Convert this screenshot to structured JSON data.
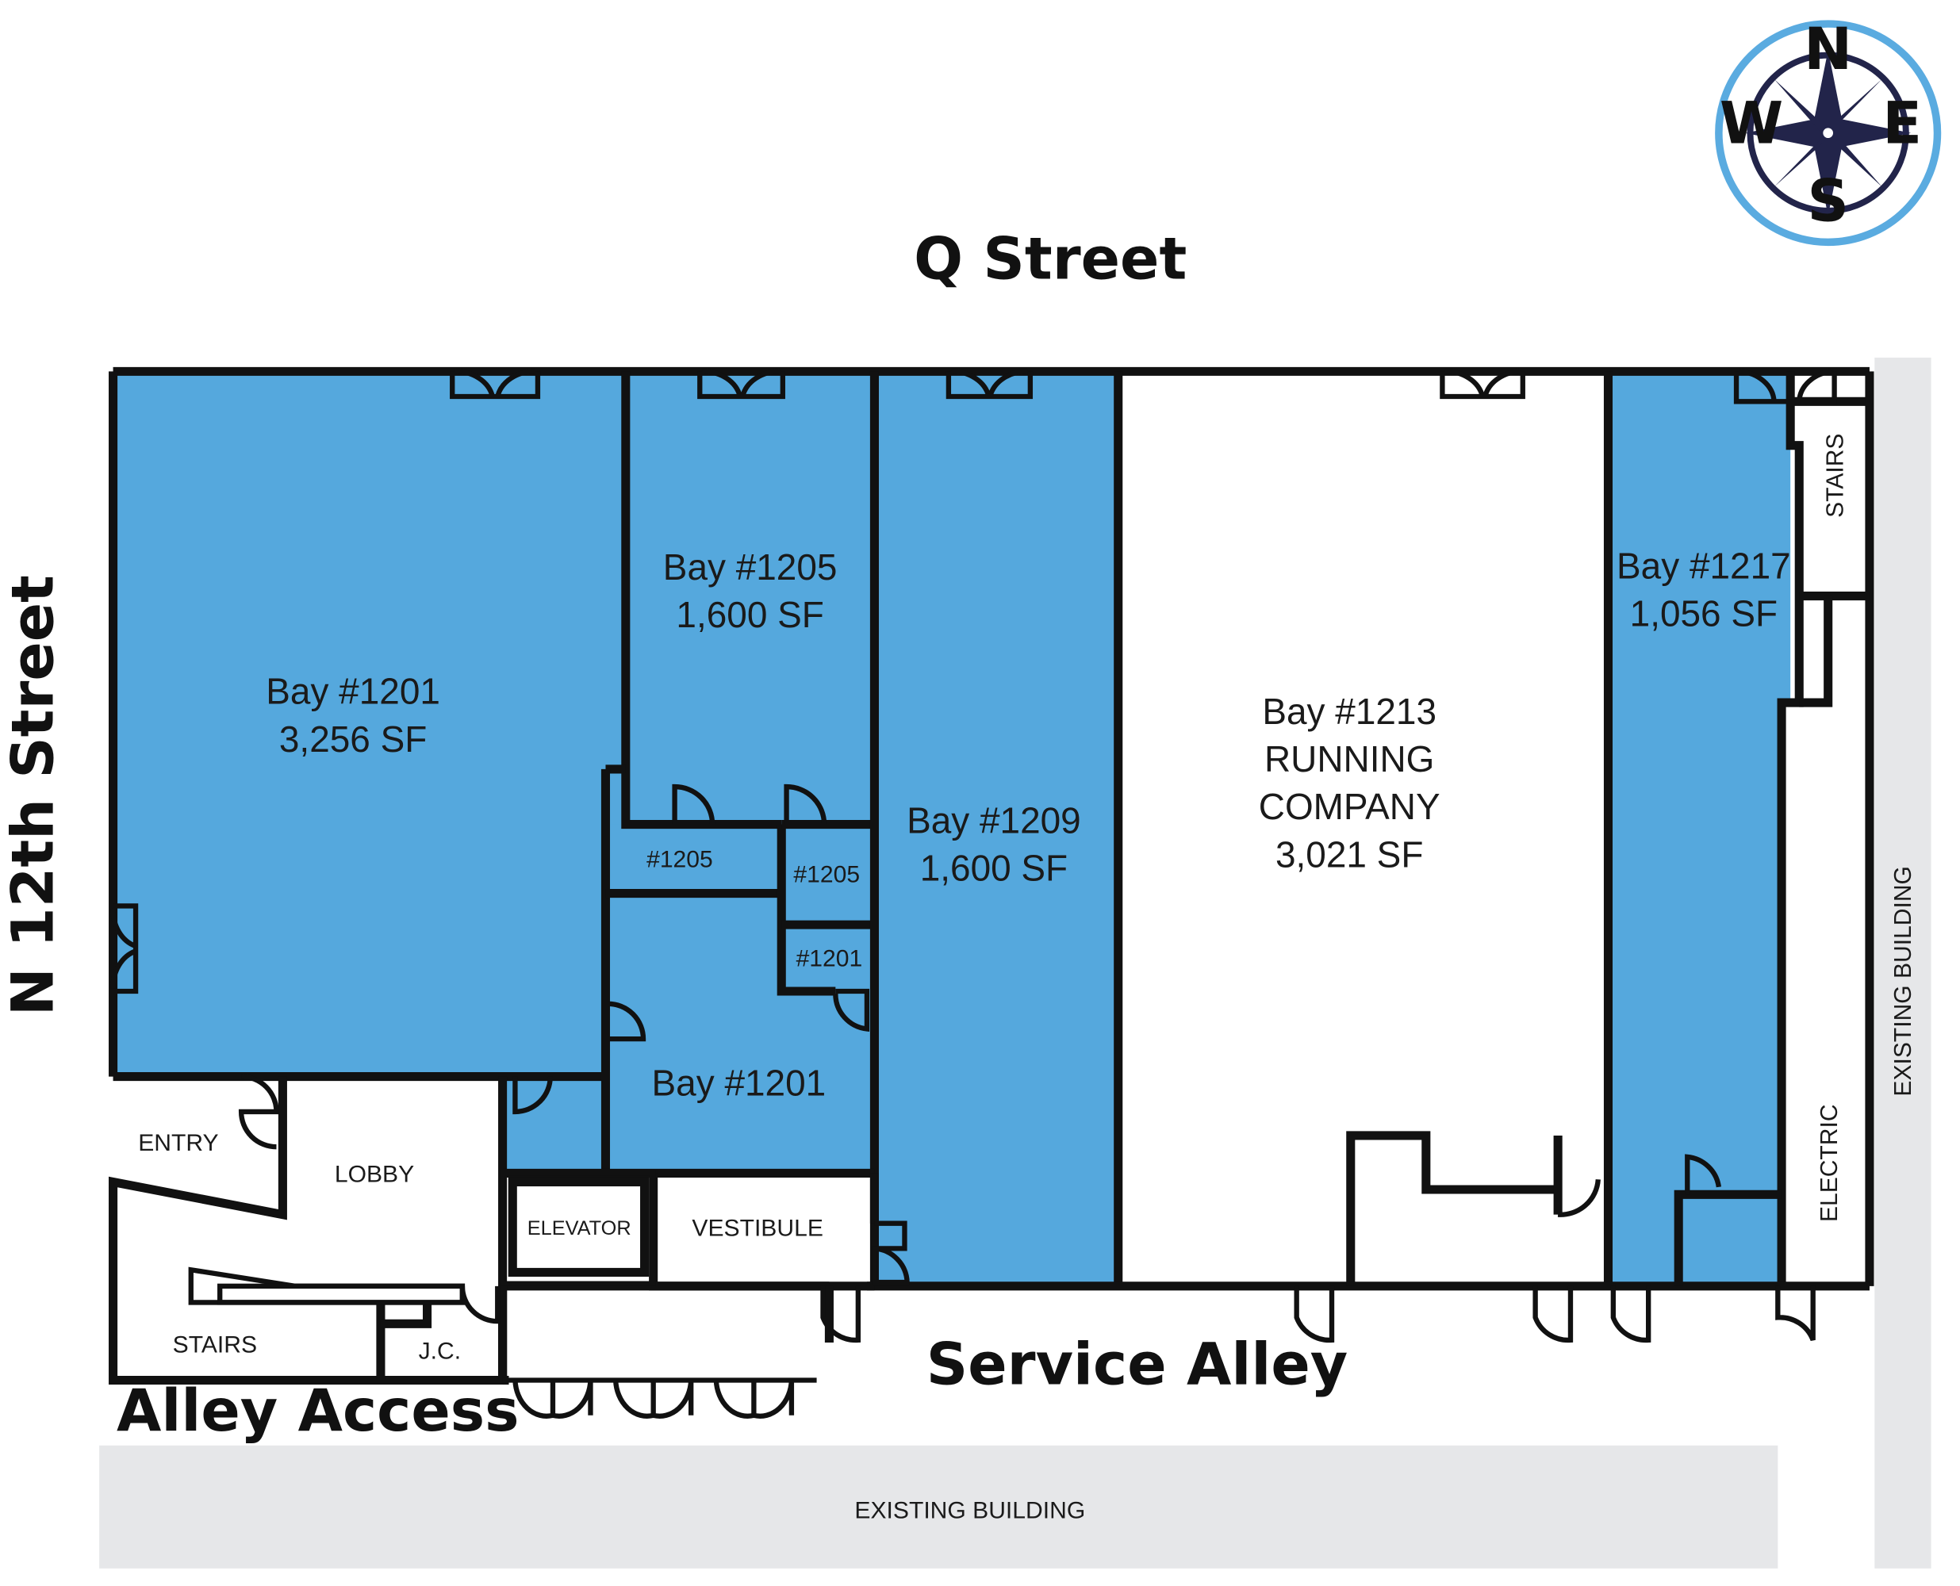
{
  "streets": {
    "north": "Q Street",
    "west": "N 12th Street",
    "south_alley": "Service Alley",
    "alley_access": "Alley Access"
  },
  "compass": {
    "n": "N",
    "e": "E",
    "s": "S",
    "w": "W",
    "ring_color": "#5aabe0",
    "star_color": "#22244a"
  },
  "colors": {
    "available": "#55a8dd",
    "leased": "#ffffff",
    "existing_building": "#e6e7e9",
    "walls": "#111111"
  },
  "bays": {
    "b1201": {
      "name": "Bay #1201",
      "size": "3,256 SF"
    },
    "b1205": {
      "name": "Bay #1205",
      "size": "1,600 SF"
    },
    "b1209": {
      "name": "Bay #1209",
      "size": "1,600 SF"
    },
    "b1213": {
      "name": "Bay #1213",
      "tenant_line1": "RUNNING",
      "tenant_line2": "COMPANY",
      "size": "3,021 SF"
    },
    "b1217": {
      "name": "Bay #1217",
      "size": "1,056 SF"
    },
    "b1201_lower": {
      "name": "Bay #1201"
    }
  },
  "rooms": {
    "r1205a": "#1205",
    "r1205b": "#1205",
    "r1201": "#1201",
    "entry": "ENTRY",
    "lobby": "LOBBY",
    "elevator": "ELEVATOR",
    "vestibule": "VESTIBULE",
    "stairs_left": "STAIRS",
    "jc": "J.C.",
    "stairs_right": "STAIRS",
    "electric": "ELECTRIC"
  },
  "existing": {
    "bottom": "EXISTING BUILDING",
    "right": "EXISTING BUILDING"
  }
}
